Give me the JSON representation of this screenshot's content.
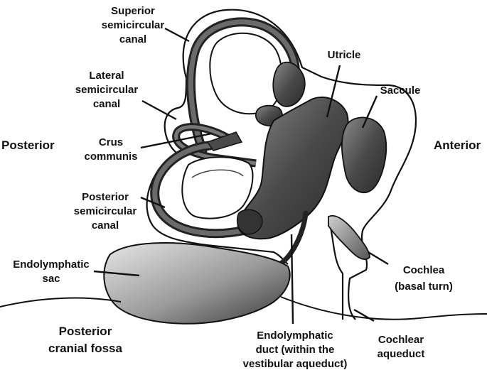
{
  "labels": {
    "superior_canal": [
      "Superior",
      "semicircular",
      "canal"
    ],
    "lateral_canal": [
      "Lateral",
      "semicircular",
      "canal"
    ],
    "crus_communis": [
      "Crus",
      "communis"
    ],
    "posterior_canal": [
      "Posterior",
      "semicircular",
      "canal"
    ],
    "endolymphatic_sac": [
      "Endolymphatic",
      "sac"
    ],
    "utricle": [
      "Utricle"
    ],
    "saccule": [
      "Saccule"
    ],
    "cochlea": [
      "Cochlea",
      "(basal turn)"
    ],
    "cochlear_aqueduct": [
      "Cochlear",
      "aqueduct"
    ],
    "endolymphatic_duct": [
      "Endolymphatic",
      "duct (within the",
      "vestibular aqueduct)"
    ]
  },
  "directions": {
    "posterior": "Posterior",
    "anterior": "Anterior"
  },
  "region": [
    "Posterior",
    "cranial fossa"
  ]
}
